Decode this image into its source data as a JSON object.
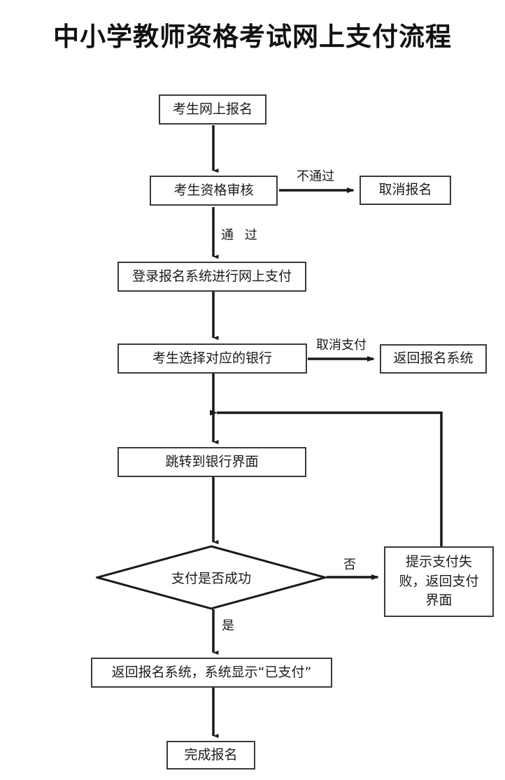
{
  "page": {
    "title": "中小学教师资格考试网上支付流程",
    "background_color": "#ffffff",
    "line_color": "#1a1a1a",
    "box_border_color": "#3a3a3a"
  },
  "nodes": {
    "apply_online": {
      "label": "考生网上报名",
      "shape": "rect"
    },
    "qualification_review": {
      "label": "考生资格审核",
      "shape": "rect"
    },
    "cancel_registration": {
      "label": "取消报名",
      "shape": "rect"
    },
    "login_pay": {
      "label": "登录报名系统进行网上支付",
      "shape": "rect"
    },
    "select_bank": {
      "label": "考生选择对应的银行",
      "shape": "rect"
    },
    "back_to_system": {
      "label": "返回报名系统",
      "shape": "rect"
    },
    "jump_bank_page": {
      "label": "跳转到银行界面",
      "shape": "rect"
    },
    "pay_success_decision": {
      "label": "支付是否成功",
      "shape": "diamond"
    },
    "pay_failed": {
      "shape": "rect",
      "lines": [
        "提示支付失",
        "败，返回支付",
        "界面"
      ],
      "label": "提示支付失败，返回支付界面"
    },
    "paid_status": {
      "label": "返回报名系统，系统显示“已支付”",
      "shape": "rect"
    },
    "finish_registration": {
      "label": "完成报名",
      "shape": "rect"
    }
  },
  "edge_labels": {
    "not_passed": "不通过",
    "passed": "通 过",
    "cancel_payment": "取消支付",
    "no": "否",
    "yes": "是"
  }
}
